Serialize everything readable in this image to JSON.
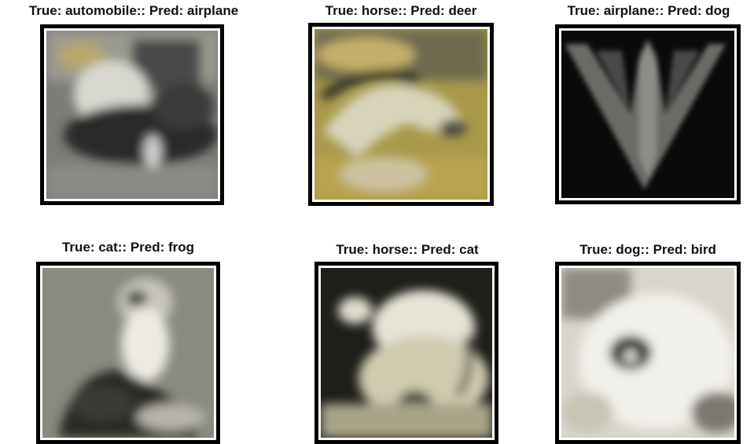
{
  "panels": [
    {
      "caption": "True: automobile:: Pred: airplane"
    },
    {
      "caption": "True: horse:: Pred: deer"
    },
    {
      "caption": "True: airplane:: Pred: dog"
    },
    {
      "caption": "True: cat:: Pred: frog"
    },
    {
      "caption": "True: horse:: Pred: cat"
    },
    {
      "caption": "True: dog:: Pred: bird"
    }
  ]
}
